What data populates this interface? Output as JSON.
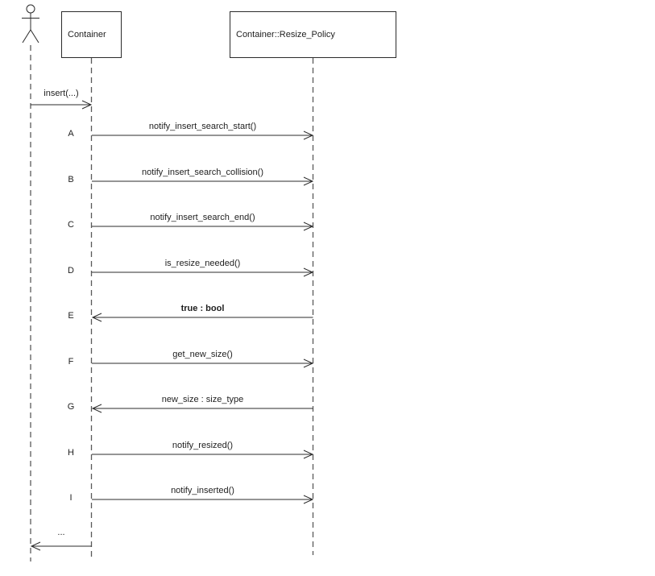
{
  "diagram": {
    "type": "uml-sequence",
    "participants": [
      {
        "id": "actor",
        "label": "",
        "kind": "actor-stick-figure"
      },
      {
        "id": "container",
        "label": "Container",
        "kind": "object-box"
      },
      {
        "id": "resize_policy",
        "label": "Container::Resize_Policy",
        "kind": "object-box"
      }
    ],
    "messages": [
      {
        "letter": "",
        "label": "insert(...)",
        "from": "actor",
        "to": "container",
        "direction": "right",
        "bold": false
      },
      {
        "letter": "A",
        "label": "notify_insert_search_start()",
        "from": "container",
        "to": "resize_policy",
        "direction": "right",
        "bold": false
      },
      {
        "letter": "B",
        "label": "notify_insert_search_collision()",
        "from": "container",
        "to": "resize_policy",
        "direction": "right",
        "bold": false
      },
      {
        "letter": "C",
        "label": "notify_insert_search_end()",
        "from": "container",
        "to": "resize_policy",
        "direction": "right",
        "bold": false
      },
      {
        "letter": "D",
        "label": "is_resize_needed()",
        "from": "container",
        "to": "resize_policy",
        "direction": "right",
        "bold": false
      },
      {
        "letter": "E",
        "label": "true : bool",
        "from": "resize_policy",
        "to": "container",
        "direction": "left",
        "bold": true
      },
      {
        "letter": "F",
        "label": "get_new_size()",
        "from": "container",
        "to": "resize_policy",
        "direction": "right",
        "bold": false
      },
      {
        "letter": "G",
        "label": "new_size : size_type",
        "from": "resize_policy",
        "to": "container",
        "direction": "left",
        "bold": false
      },
      {
        "letter": "H",
        "label": "notify_resized()",
        "from": "container",
        "to": "resize_policy",
        "direction": "right",
        "bold": false
      },
      {
        "letter": "I",
        "label": "notify_inserted()",
        "from": "container",
        "to": "resize_policy",
        "direction": "right",
        "bold": false
      },
      {
        "letter": "",
        "label": "...",
        "from": "container",
        "to": "actor",
        "direction": "left",
        "bold": false
      }
    ],
    "colors": {
      "line": "#2b2b2b",
      "lifeline": "#5a5a5a",
      "text": "#1f1f1f",
      "background": "#ffffff"
    }
  }
}
